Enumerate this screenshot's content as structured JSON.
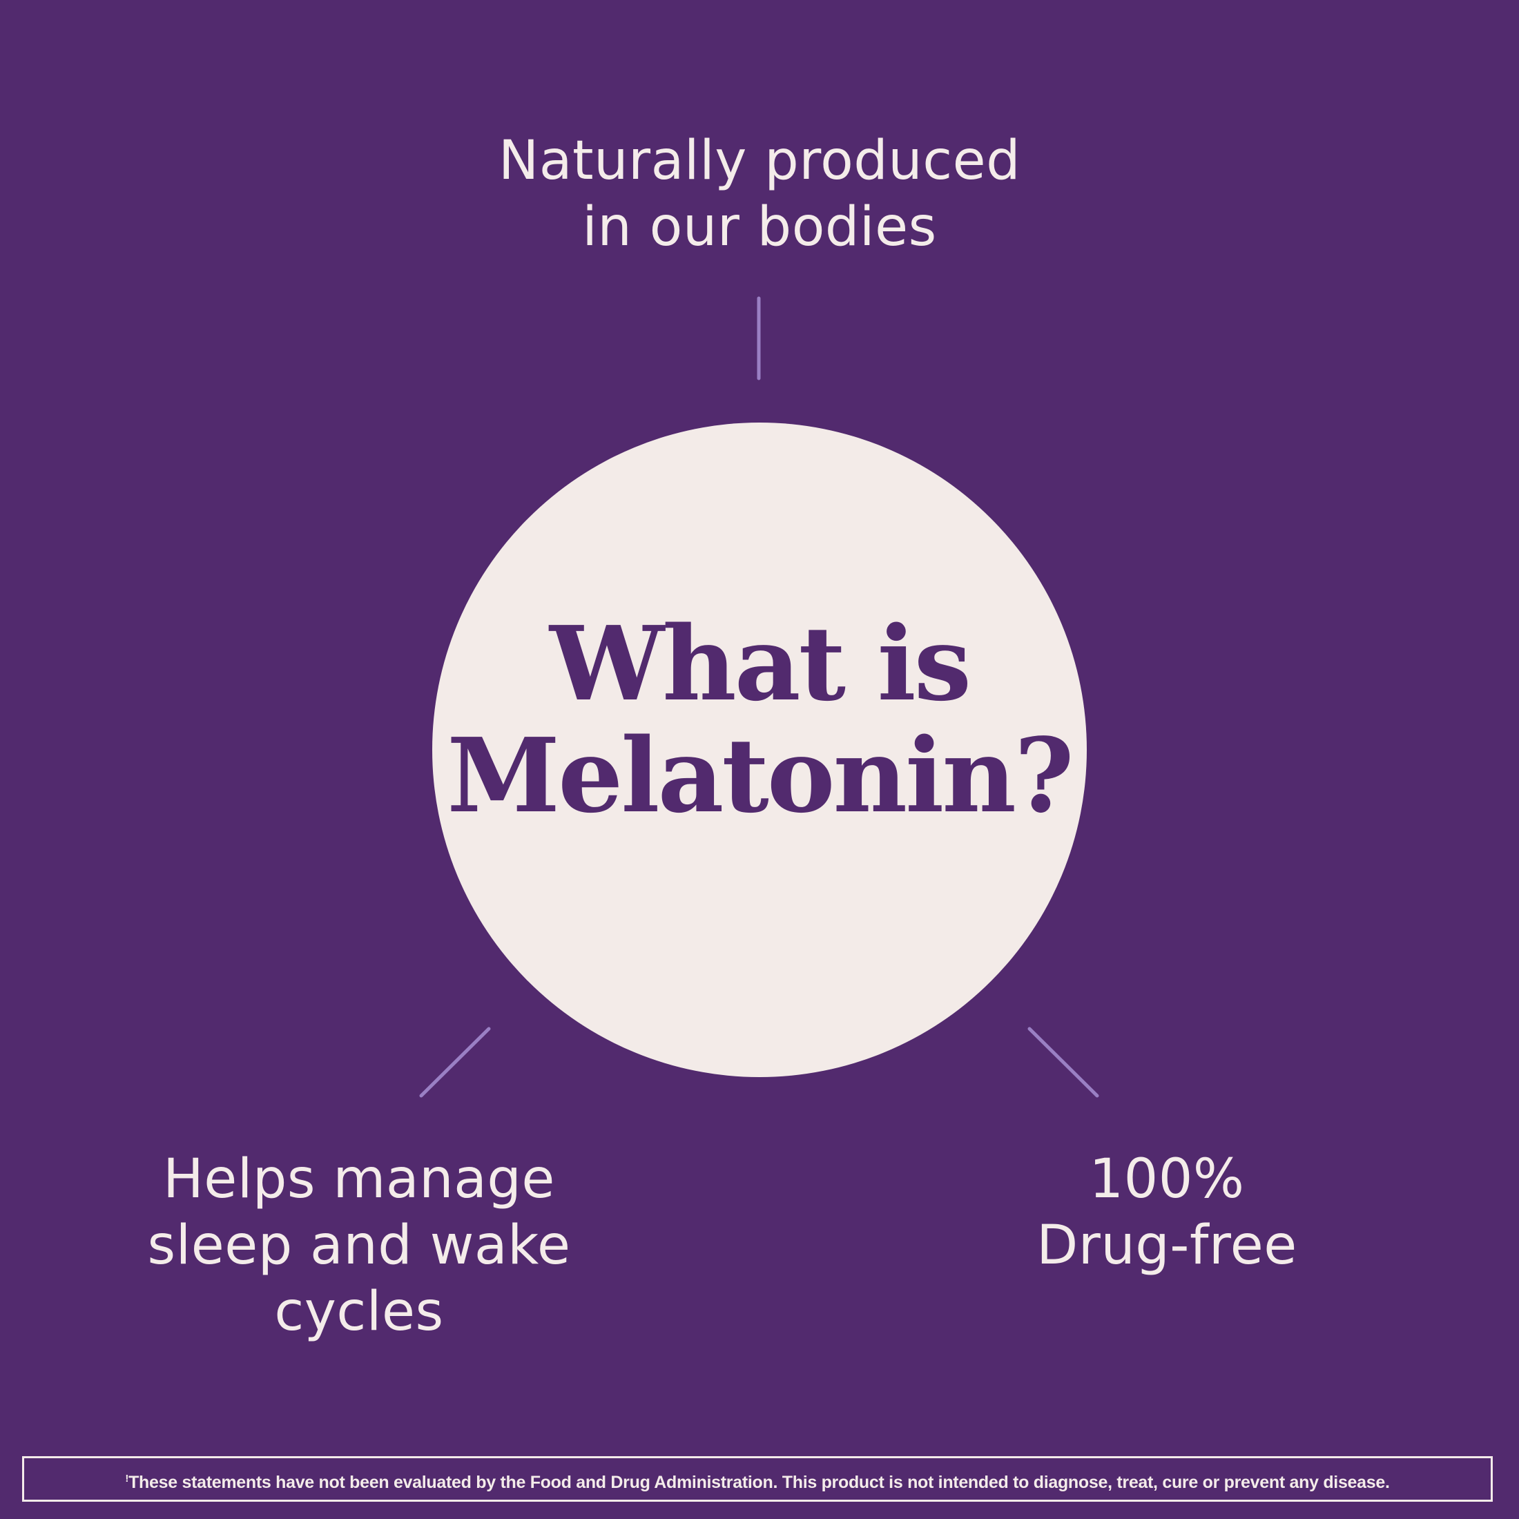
{
  "colors": {
    "background": "#522a6e",
    "circle_fill": "#f3ebe8",
    "text_light": "#f4ecea",
    "connector_line": "#9a80c4"
  },
  "heading": {
    "line1": "What is",
    "line2": "Melatonin?"
  },
  "features": {
    "top": {
      "line1": "Naturally produced",
      "line2": "in our bodies"
    },
    "left": {
      "line1": "Helps manage",
      "line2": "sleep and wake",
      "line3": "cycles"
    },
    "right": {
      "line1": "100%",
      "line2": "Drug-free"
    }
  },
  "disclaimer": {
    "marker": "!",
    "text": "These statements have not been evaluated by the Food and Drug Administration. This product is not intended to diagnose, treat, cure or prevent any disease."
  }
}
